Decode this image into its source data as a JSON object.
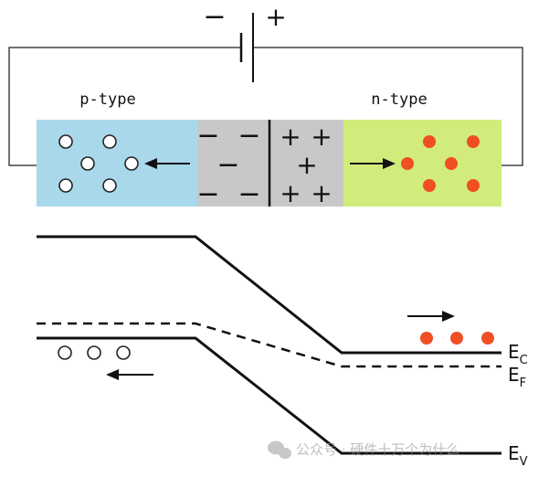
{
  "battery": {
    "minus": "−",
    "plus": "+"
  },
  "labels": {
    "p_type": "p-type",
    "n_type": "n-type"
  },
  "depletion": {
    "left_signs": [
      "−",
      "−",
      "−",
      "−",
      "−"
    ],
    "right_signs": [
      "+",
      "+",
      "+",
      "+",
      "+"
    ]
  },
  "levels": {
    "ec": {
      "main": "E",
      "sub": "C"
    },
    "ef": {
      "main": "E",
      "sub": "F"
    },
    "ev": {
      "main": "E",
      "sub": "V"
    }
  },
  "watermark": "公众号 · 硬件十万个为什么",
  "colors": {
    "p_region": "#a9d8ea",
    "depletion": "#c8c8c8",
    "n_region": "#d2ec7c",
    "electron": "#f04e23",
    "hole_stroke": "#222222",
    "line": "#111111"
  },
  "icons": [
    "battery-icon",
    "arrow-left-icon",
    "arrow-right-icon",
    "wechat-icon"
  ]
}
